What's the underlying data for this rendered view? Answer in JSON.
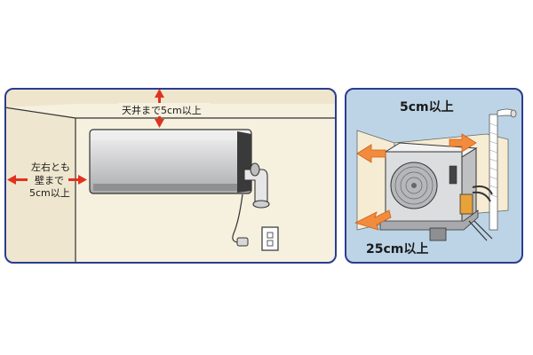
{
  "indoor": {
    "ceiling_clearance": "天井まで5cm以上",
    "side_clearance_line1": "左右とも",
    "side_clearance_line2": "壁まで",
    "side_clearance_line3": "5cm以上"
  },
  "outdoor": {
    "top_clearance": "5cm以上",
    "front_clearance": "25cm以上"
  },
  "colors": {
    "frame": "#2b3d8f",
    "wall": "#f6f0df",
    "outdoor_bg": "#bcd4e6",
    "arrow_red": "#e0321e",
    "arrow_orange": "#f28c3c",
    "unit_body": "#d9dadb"
  }
}
